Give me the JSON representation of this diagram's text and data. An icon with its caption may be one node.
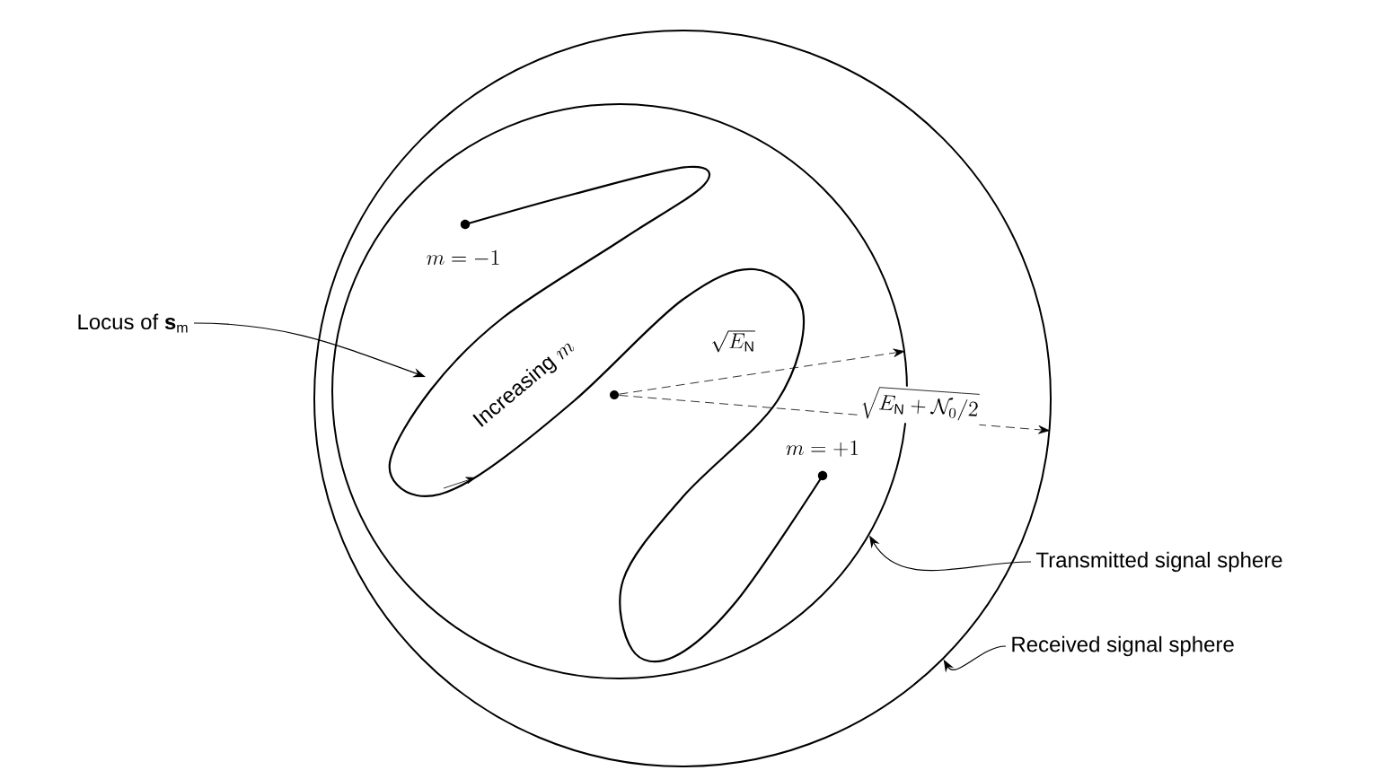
{
  "diagram": {
    "nodes": [
      {
        "text": [],
        "shape": "circle"
      },
      {
        "text": [],
        "shape": "circle",
        "in": 0
      },
      {
        "text": [],
        "shape": "circle",
        "in": 1
      },
      {
        "text": [
          "Locus of **s**$_{m}$"
        ]
      },
      {
        "text": [
          "Transmitted signal sphere"
        ]
      },
      {
        "text": [
          "Received signal sphere"
        ]
      }
    ],
    "edges": [
      {
        "from": 2,
        "to": 1,
        "arrow": "to",
        "style": "dashed",
        "label": "\\sqrt{E_{\\mathrm{N}}}"
      },
      {
        "from": 2,
        "to": 0,
        "arrow": "to",
        "style": "dashed",
        "label": "\\sqrt{E_{\\mathrm{N}} + \\mathcal{N}_0/2}"
      },
      {
        "from": 3,
        "to": null,
        "arrow": "to"
      },
      {
        "from": 4,
        "to": 1,
        "arrow": "to"
      },
      {
        "from": 5,
        "to": 0,
        "arrow": "to"
      }
    ],
    "labels": [
      "m = -1",
      "\\hbox{Increasing}\\; m",
      "m = +1"
    ]
  }
}
